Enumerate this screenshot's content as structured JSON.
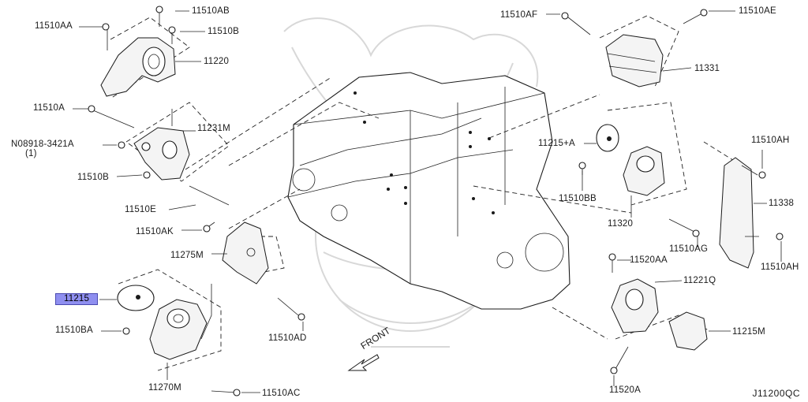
{
  "diagram_id": "J11200QC",
  "front_label": "FRONT",
  "selected_part": "11215",
  "callouts": [
    {
      "id": "11510AA"
    },
    {
      "id": "11510AB"
    },
    {
      "id": "11510B"
    },
    {
      "id": "11220"
    },
    {
      "id": "11510A"
    },
    {
      "id": "11231M"
    },
    {
      "id": "N08918-3421A"
    },
    {
      "id": "(1)"
    },
    {
      "id": "11510B"
    },
    {
      "id": "11510E"
    },
    {
      "id": "11510AK"
    },
    {
      "id": "11275M"
    },
    {
      "id": "11215"
    },
    {
      "id": "11510BA"
    },
    {
      "id": "11270M"
    },
    {
      "id": "11510AC"
    },
    {
      "id": "11510AD"
    },
    {
      "id": "11510AF"
    },
    {
      "id": "11510AE"
    },
    {
      "id": "11331"
    },
    {
      "id": "11215+A"
    },
    {
      "id": "11510AH"
    },
    {
      "id": "11510BB"
    },
    {
      "id": "11338"
    },
    {
      "id": "11320"
    },
    {
      "id": "11510AG"
    },
    {
      "id": "11510AH"
    },
    {
      "id": "11520AA"
    },
    {
      "id": "11221Q"
    },
    {
      "id": "11215M"
    },
    {
      "id": "11520A"
    }
  ]
}
